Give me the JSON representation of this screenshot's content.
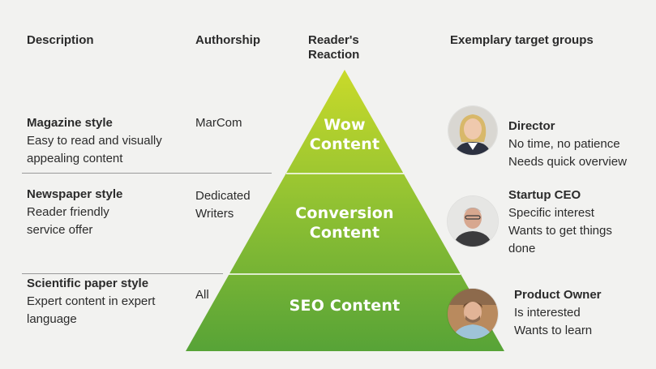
{
  "headers": {
    "description": "Description",
    "authorship": "Authorship",
    "reaction": "Reader's\nReaction",
    "targets": "Exemplary target groups"
  },
  "rows": [
    {
      "title": "Magazine style",
      "desc": "Easy to read and visually\nappealing content",
      "authorship": "MarCom",
      "tier": "Wow\nContent",
      "target_title": "Director",
      "target_desc": "No time, no patience\nNeeds quick overview"
    },
    {
      "title": "Newspaper style",
      "desc": "Reader friendly\nservice offer",
      "authorship": "Dedicated\nWriters",
      "tier": "Conversion\nContent",
      "target_title": "Startup CEO",
      "target_desc": "Specific interest\nWants to get things\ndone"
    },
    {
      "title": "Scientific paper style",
      "desc": "Expert content in expert\nlanguage",
      "authorship": "All",
      "tier": "SEO Content",
      "target_title": "Product Owner",
      "target_desc": "Is interested\nWants to learn"
    }
  ],
  "colors": {
    "pyramid_top": "#c7d92a",
    "pyramid_bottom": "#5aa637",
    "background": "#f2f2f0"
  }
}
